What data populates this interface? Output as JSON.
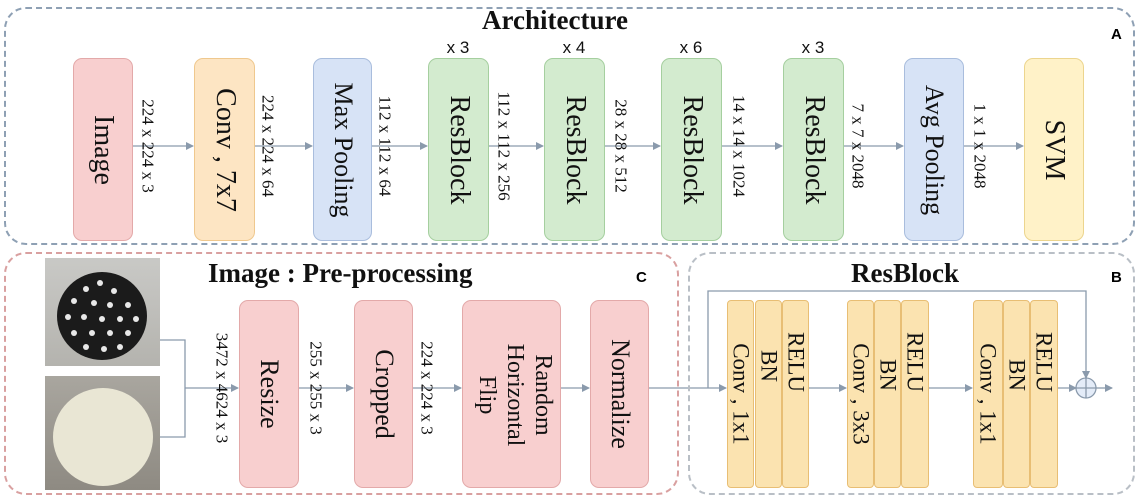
{
  "architecture": {
    "title": "Architecture",
    "letter": "A",
    "blocks": {
      "image": "Image",
      "conv": "Conv , 7x7",
      "maxpool": "Max Pooling",
      "resblock1": "ResBlock",
      "resblock2": "ResBlock",
      "resblock3": "ResBlock",
      "resblock4": "ResBlock",
      "avgpool": "Avg Pooling",
      "svm": "SVM"
    },
    "multipliers": {
      "r1": "x 3",
      "r2": "x 4",
      "r3": "x 6",
      "r4": "x 3"
    },
    "dims": {
      "d1": "224 x 224 x 3",
      "d2": "224 x 224 x 64",
      "d3": "112 x 112 x 64",
      "d4": "112 x 112 x 256",
      "d5": "28 x 28 x 512",
      "d6": "14 x 14 x 1024",
      "d7": "7 x 7 x 2048",
      "d8": "1 x 1 x 2048"
    }
  },
  "preprocessing": {
    "title": "Image : Pre-processing",
    "letter": "C",
    "blocks": {
      "resize": "Resize",
      "cropped": "Cropped",
      "flip_line1": "Random",
      "flip_line2": "Horizontal",
      "flip_line3": "Flip",
      "normalize": "Normalize"
    },
    "dims": {
      "p1": "3472 x 4624 x 3",
      "p2": "255 x 255 x 3",
      "p3": "224 x 224 x 3"
    }
  },
  "resblock": {
    "title": "ResBlock",
    "letter": "B",
    "layers": {
      "conv1": "Conv , 1x1",
      "bn1": "BN",
      "relu1": "RELU",
      "conv2": "Conv , 3x3",
      "bn2": "BN",
      "relu2": "RELU",
      "conv3": "Conv , 1x1",
      "bn3": "BN",
      "relu3": "RELU"
    }
  },
  "colors": {
    "image_fill": "#f8cfcf",
    "conv_fill": "#fde5c3",
    "pool_fill": "#d7e3f6",
    "resblock_fill": "#d3ebcf",
    "svm_fill": "#fff2c8",
    "layer_fill": "#fbe3b0",
    "panel_border": "#8ea0b4",
    "pre_border": "#d9a0a0",
    "arrow": "#8a9aac"
  }
}
